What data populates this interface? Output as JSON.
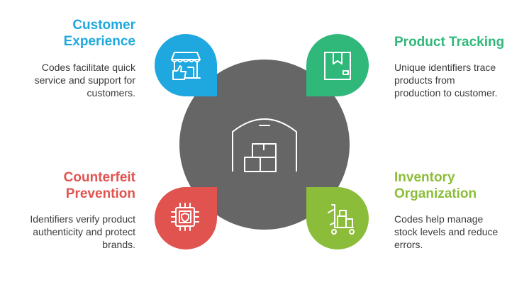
{
  "colors": {
    "center": "#666666",
    "customer": "#1fa8df",
    "product": "#2fb87a",
    "counterfeit": "#e1534f",
    "inventory": "#8cbd3a"
  },
  "sections": {
    "customer": {
      "title_line1": "Customer",
      "title_line2": "Experience",
      "desc_line1": "Codes facilitate quick",
      "desc_line2": "service and support for",
      "desc_line3": "customers.",
      "icon": "storefront-thumbs-up-icon"
    },
    "product": {
      "title_line1": "Product Tracking",
      "desc_line1": "Unique identifiers trace",
      "desc_line2": "products from",
      "desc_line3": "production to customer.",
      "icon": "package-box-icon"
    },
    "counterfeit": {
      "title_line1": "Counterfeit",
      "title_line2": "Prevention",
      "desc_line1": "Identifiers verify product",
      "desc_line2": "authenticity and protect",
      "desc_line3": "brands.",
      "icon": "chip-shield-icon"
    },
    "inventory": {
      "title_line1": "Inventory",
      "title_line2": "Organization",
      "desc_line1": "Codes help manage",
      "desc_line2": "stock levels and reduce",
      "desc_line3": "errors.",
      "icon": "hand-truck-boxes-icon"
    }
  },
  "center_icon": "warehouse-boxes-icon"
}
